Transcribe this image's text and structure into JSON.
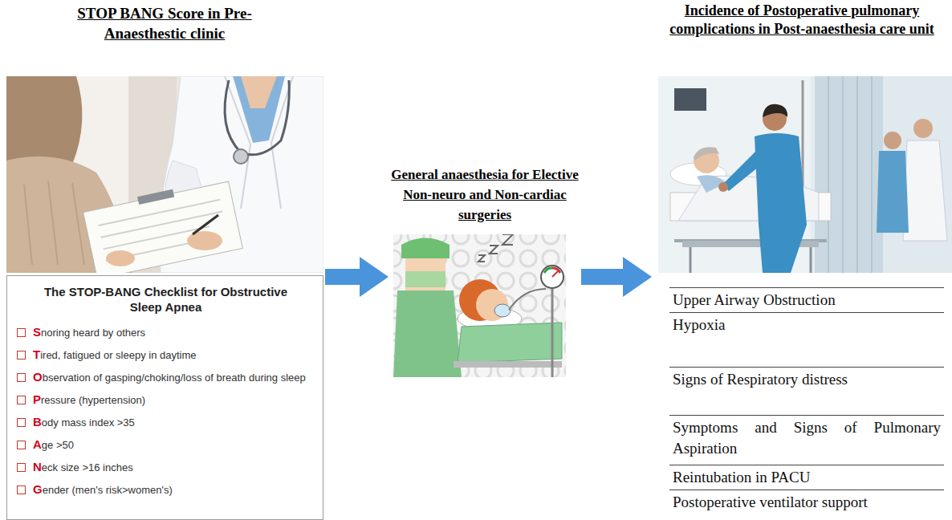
{
  "diagram": {
    "nodes": [
      {
        "text": [
          "STOP BANG Score in Pre-Anaesthestic clinic"
        ]
      },
      {
        "text": [
          "The STOP-BANG Checklist for Obstructive Sleep Apnea",
          "Snoring heard by others",
          "Tired, fatigued or sleepy in daytime",
          "Observation of gasping/choking/loss of breath during sleep",
          "Pressure (hypertension)",
          "Body mass index >35",
          "Age >50",
          "Neck size >16 inches",
          "Gender (men's risk>women's)"
        ],
        "in": 0
      },
      {
        "text": [
          "General anaesthesia for Elective Non-neuro and Non-cardiac surgeries"
        ]
      },
      {
        "text": [
          "Incidence of Postoperative pulmonary complications in Post-anaesthesia care unit"
        ]
      },
      {
        "text": [
          "Upper Airway Obstruction",
          "Hypoxia",
          "Signs of Respiratory distress",
          "Symptoms and Signs of Pulmonary Aspiration",
          "Reintubation in PACU",
          "Postoperative ventilator support"
        ],
        "in": 3
      }
    ],
    "edges": [
      {
        "from": 0,
        "to": 2,
        "arrow": "to"
      },
      {
        "from": 2,
        "to": 3,
        "arrow": "to"
      }
    ]
  }
}
